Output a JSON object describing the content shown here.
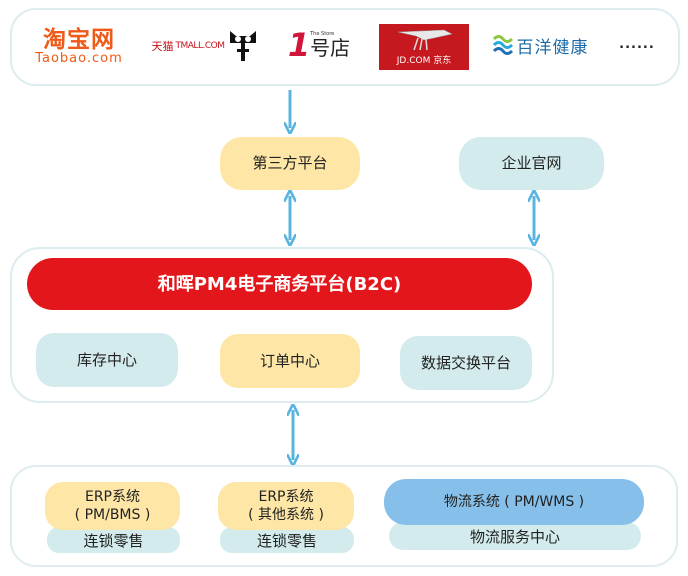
{
  "colors": {
    "arrow": "#5ab4e0",
    "platform_red": "#e3171b",
    "yellow_box": "#fde6a6",
    "teal_box": "#d3ebec",
    "blue_box": "#86c0ea",
    "panel_border": "#dcecef"
  },
  "logos": {
    "taobao": {
      "cn": "淘宝网",
      "en": "Taobao.com"
    },
    "tmall": {
      "cn": "天猫",
      "en": "TMALL.COM",
      "icon": "tmall-cat-icon"
    },
    "yhd": {
      "num": "1",
      "cn": "号店",
      "small": "The Store"
    },
    "jd": {
      "text": "JD.COM 京东",
      "icon": "jd-dog-icon"
    },
    "baiyang": {
      "cn": "百洋健康",
      "icon": "baiyang-waves-icon"
    },
    "more": "......"
  },
  "channels": {
    "third_party": "第三方平台",
    "official_site": "企业官网"
  },
  "platform": {
    "title": "和晖PM4电子商务平台(B2C)",
    "modules": {
      "inventory": "库存中心",
      "order": "订单中心",
      "data_exchange": "数据交换平台"
    }
  },
  "backend": {
    "erp1": {
      "line1": "ERP系统",
      "line2": "( PM/BMS )",
      "sub": "连锁零售"
    },
    "erp2": {
      "line1": "ERP系统",
      "line2": "( 其他系统 )",
      "sub": "连锁零售"
    },
    "logistics": {
      "title": "物流系统 ( PM/WMS )",
      "sub": "物流服务中心"
    }
  }
}
